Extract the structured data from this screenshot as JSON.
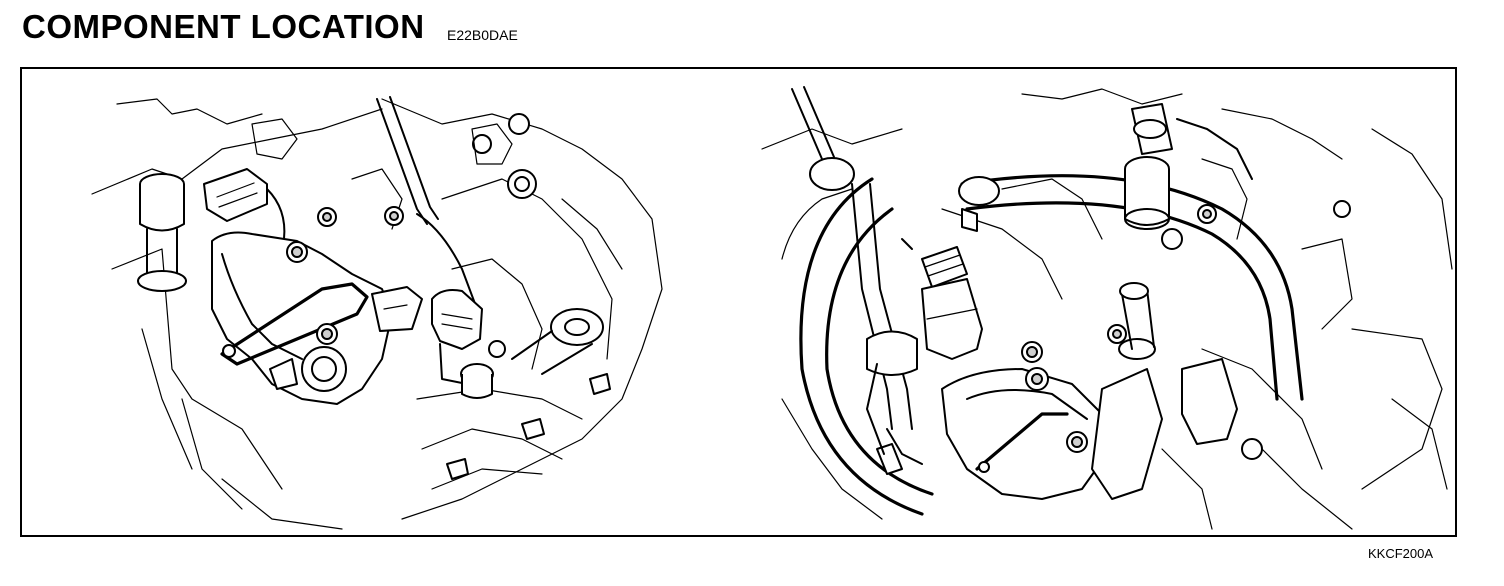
{
  "header": {
    "title": "COMPONENT LOCATION",
    "code": "E22B0DAE"
  },
  "figure": {
    "id": "KKCF200A"
  }
}
